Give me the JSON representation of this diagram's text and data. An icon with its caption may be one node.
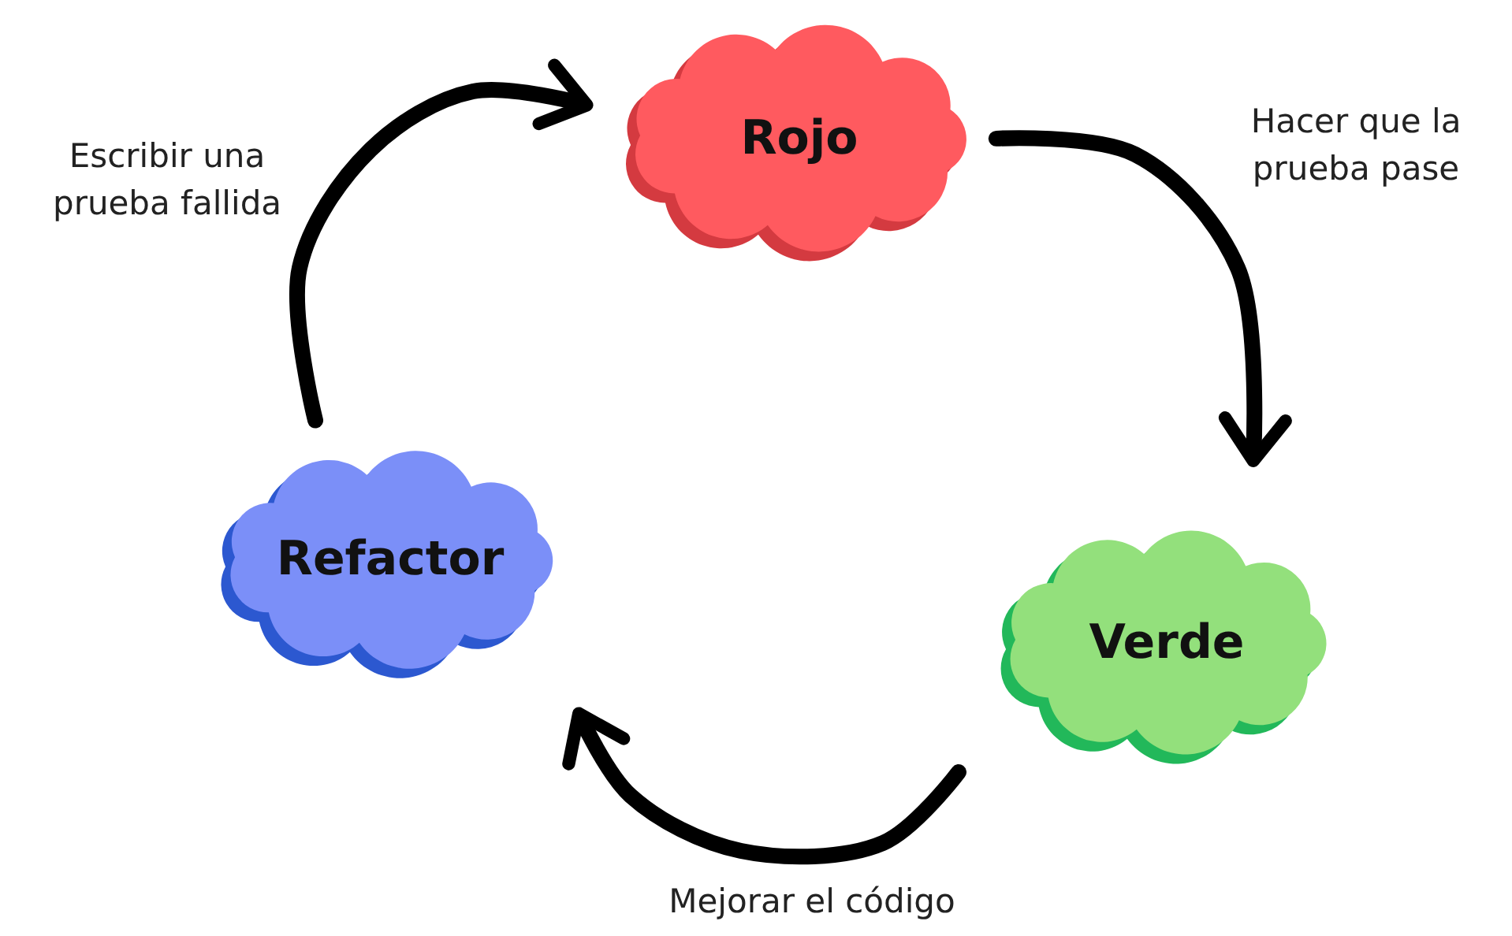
{
  "diagram": {
    "nodes": [
      {
        "text": [
          "Rojo"
        ]
      },
      {
        "text": [
          "Verde"
        ]
      },
      {
        "text": [
          "Refactor"
        ]
      }
    ],
    "edges": [
      {
        "from": 2,
        "to": 0,
        "arrow": "to",
        "label": "Escribir una prueba fallida"
      },
      {
        "from": 0,
        "to": 1,
        "arrow": "to",
        "label": "Hacer que la prueba pase"
      },
      {
        "from": 1,
        "to": 2,
        "arrow": "to",
        "label": "Mejorar el código"
      }
    ]
  }
}
